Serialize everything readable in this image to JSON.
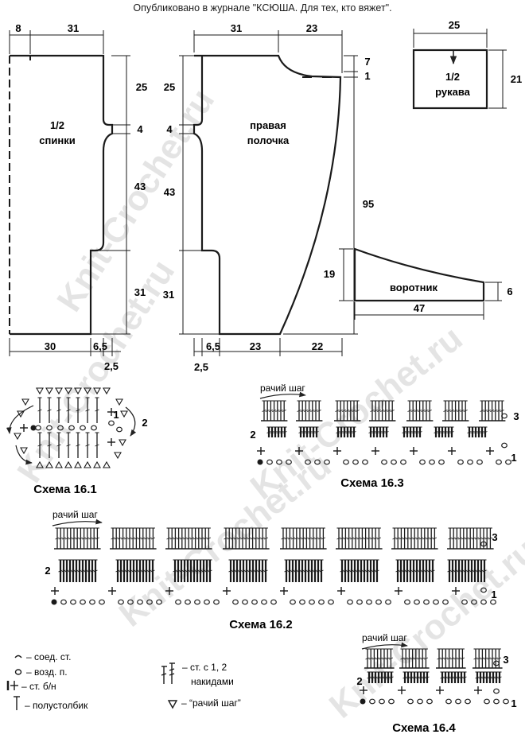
{
  "header": "Опубликовано в журнале \"КСЮША. Для тех, кто вяжет\".",
  "watermark": "Knit-Crochet.ru",
  "back": {
    "label_1": "1/2",
    "label_2": "спинки",
    "dims": {
      "top_left": "8",
      "top_right": "31",
      "r1": "25",
      "r2": "4",
      "r3": "43",
      "r4": "31",
      "bottom": "30",
      "bottom_step": "6,5",
      "bottom_side": "2,5"
    }
  },
  "front": {
    "label_1": "правая",
    "label_2": "полочка",
    "dims": {
      "top_left": "31",
      "top_right": "23",
      "l1": "25",
      "l2": "4",
      "l3": "43",
      "l4": "31",
      "neck1": "7",
      "neck2": "1",
      "right_total": "95",
      "bottom_step": "6,5",
      "bottom_side": "2,5",
      "bottom_mid": "23",
      "bottom_right": "22"
    }
  },
  "sleeve": {
    "label_1": "1/2",
    "label_2": "рукава",
    "dims": {
      "top": "25",
      "side": "21"
    }
  },
  "collar": {
    "label": "воротник",
    "dims": {
      "left": "19",
      "right": "6",
      "bottom": "47"
    }
  },
  "schemes": {
    "s161": {
      "caption": "Схема 16.1",
      "row1": "1",
      "row2": "2"
    },
    "s162": {
      "caption": "Схема 16.2",
      "note": "рачий шаг",
      "row1": "1",
      "row2": "2",
      "row3": "3"
    },
    "s163": {
      "caption": "Схема 16.3",
      "note": "рачий шаг",
      "row1": "1",
      "row2": "2",
      "row3": "3"
    },
    "s164": {
      "caption": "Схема 16.4",
      "note": "рачий шаг",
      "row1": "1",
      "row2": "2",
      "row3": "3"
    }
  },
  "legend": [
    {
      "icon": "slip-stitch-icon",
      "text": "– соед. ст."
    },
    {
      "icon": "chain-icon",
      "text": "– возд. п."
    },
    {
      "icon": "single-crochet-icon",
      "text": "– ст. б/н"
    },
    {
      "icon": "half-double-icon",
      "text": "– полустолбик"
    },
    {
      "icon": "double-crochet-icon",
      "text": "– ст. с 1, 2"
    },
    {
      "icon": "double-crochet-icon",
      "text": "накидами"
    },
    {
      "icon": "reverse-crochet-icon",
      "text": "– “рачий шаг”"
    }
  ]
}
